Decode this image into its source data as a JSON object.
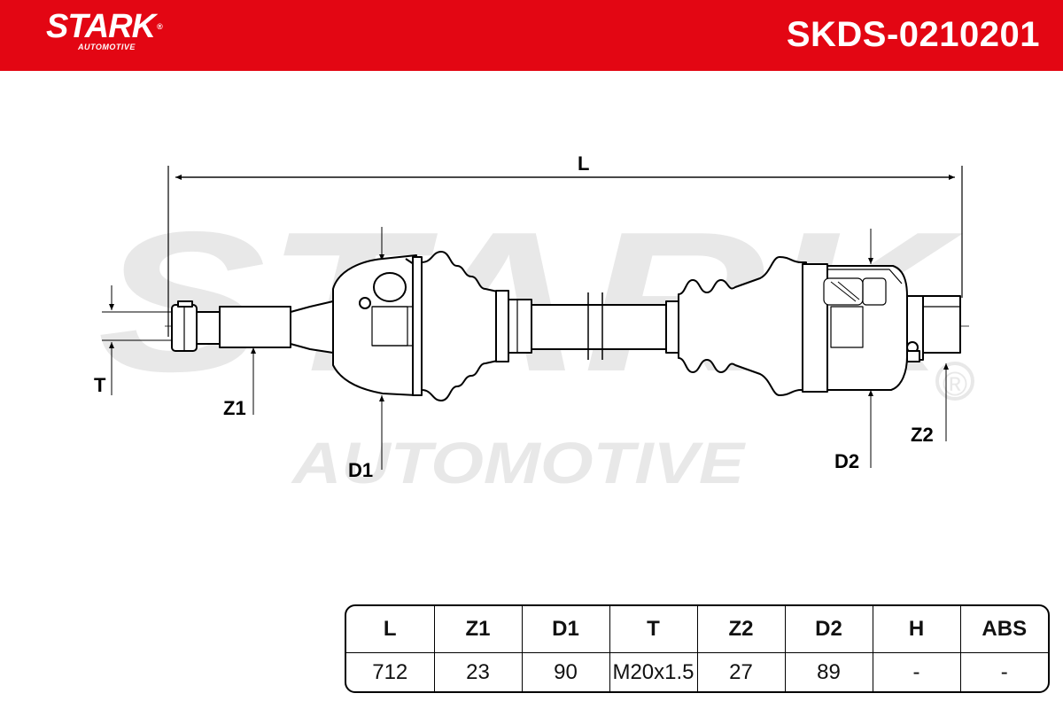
{
  "brand": {
    "name": "STARK",
    "subtitle": "AUTOMOTIVE",
    "registered": "®"
  },
  "part_number": "SKDS-0210201",
  "watermark": {
    "main": "STARK",
    "sub": "AUTOMOTIVE",
    "registered": "®"
  },
  "drawing_labels": {
    "L": "L",
    "T": "T",
    "Z1": "Z1",
    "D1": "D1",
    "D2": "D2",
    "Z2": "Z2"
  },
  "specs": {
    "headers": [
      "L",
      "Z1",
      "D1",
      "T",
      "Z2",
      "D2",
      "H",
      "ABS"
    ],
    "values": [
      "712",
      "23",
      "90",
      "M20x1.5",
      "27",
      "89",
      "-",
      "-"
    ]
  },
  "colors": {
    "brand_red": "#e30613",
    "watermark_gray": "#e8e8e8",
    "line": "#000000"
  }
}
